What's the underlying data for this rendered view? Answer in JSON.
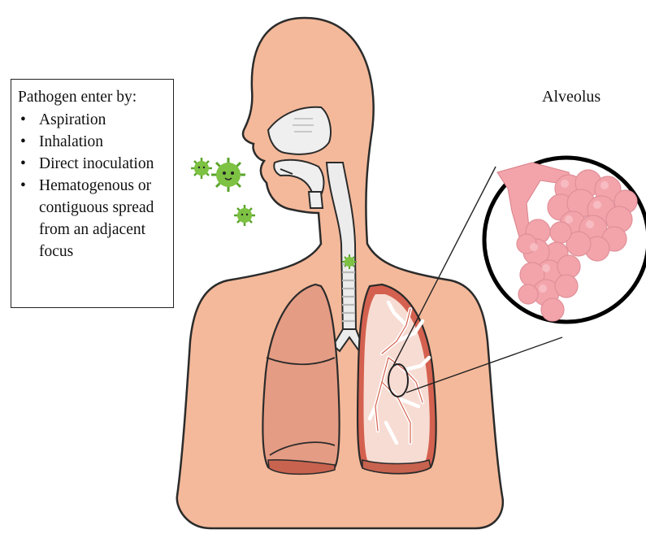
{
  "pathogen_box": {
    "heading": "Pathogen enter by:",
    "items": [
      "Aspiration",
      "Inhalation",
      "Direct inoculation",
      "Hematogenous or contiguous spread from an adjacent focus"
    ]
  },
  "alveolus_label": "Alveolus",
  "icons": [
    "pathogen-icon",
    "alveolus-magnifier-icon"
  ],
  "colors": {
    "skin": "#f4b99a",
    "outline": "#2b2b2b",
    "left_lung": "#e59c84",
    "right_lung_fill": "#d4614f",
    "airway": "#ececec",
    "alveoli": "#f3a4ab",
    "pathogen": "#7dc242"
  }
}
